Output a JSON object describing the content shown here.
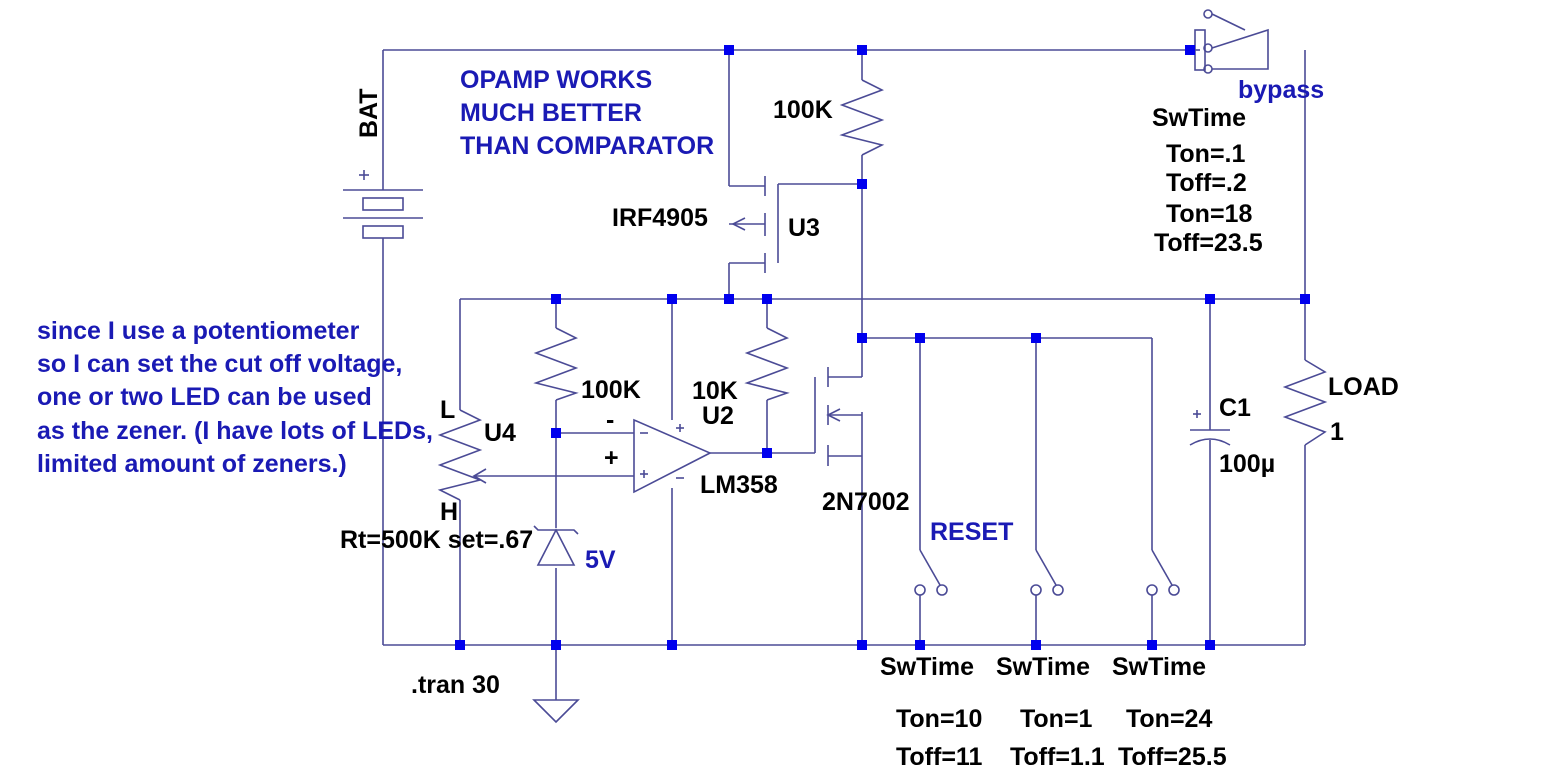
{
  "notes": {
    "opamp": [
      "OPAMP WORKS",
      "MUCH BETTER",
      "THAN COMPARATOR"
    ],
    "pot_note": [
      "since I use a potentiometer",
      "so I can set the cut off voltage,",
      "one or two LED can be used",
      "as the zener.  (I have lots of LEDs,",
      "limited amount of zeners.)"
    ]
  },
  "components": {
    "battery": "BAT",
    "pmos_r_value": "100K",
    "pmos_model": "IRF4905",
    "pmos_ref": "U3",
    "bypass_label": "bypass",
    "bypass_sw": [
      "SwTime",
      "Ton=.1",
      "Toff=.2",
      "Ton=18",
      "Toff=23.5"
    ],
    "pot_l": "L",
    "pot_ref": "U4",
    "pot_h": "H",
    "pot_params": "Rt=500K set=.67",
    "r_zener_value": "100K",
    "opamp_minus": "-",
    "opamp_plus": "+",
    "r_gate_value": "10K",
    "opamp_ref": "U2",
    "opamp_model": "LM358",
    "nmos_model": "2N7002",
    "zener": "5V",
    "reset_label": "RESET",
    "cap_ref": "C1",
    "cap_value": "100µ",
    "load_ref": "LOAD",
    "load_value": "1",
    "tran": ".tran 30",
    "sw1": [
      "SwTime",
      "Ton=10",
      "Toff=11"
    ],
    "sw2": [
      "SwTime",
      "Ton=1",
      "Toff=1.1"
    ],
    "sw3": [
      "SwTime",
      "Ton=24",
      "Toff=25.5"
    ]
  }
}
